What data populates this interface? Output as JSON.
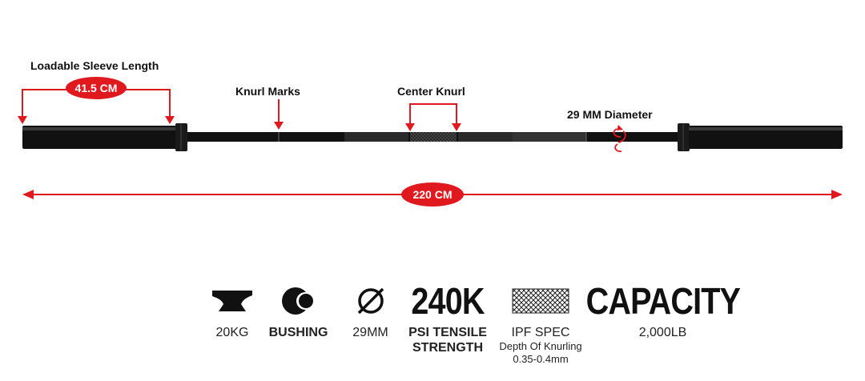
{
  "labels": {
    "sleeve_title": "Loadable Sleeve Length",
    "sleeve_length": "41.5 CM",
    "knurl_marks": "Knurl Marks",
    "center_knurl": "Center Knurl",
    "diameter": "29 MM Diameter",
    "total_length": "220 CM"
  },
  "colors": {
    "accent": "#e0191f",
    "bar": "#111111"
  },
  "specs": [
    {
      "icon": "anvil-icon",
      "label": "20KG"
    },
    {
      "icon": "bushing-icon",
      "label": "BUSHING"
    },
    {
      "icon": "diameter-icon",
      "label": "29MM"
    },
    {
      "big": "240K",
      "label": "PSI TENSILE",
      "label2": "STRENGTH"
    },
    {
      "icon": "knurling-icon",
      "label": "IPF SPEC",
      "sub1": "Depth Of Knurling",
      "sub2": "0.35-0.4mm"
    },
    {
      "big": "CAPACITY",
      "label": "2,000LB"
    }
  ]
}
